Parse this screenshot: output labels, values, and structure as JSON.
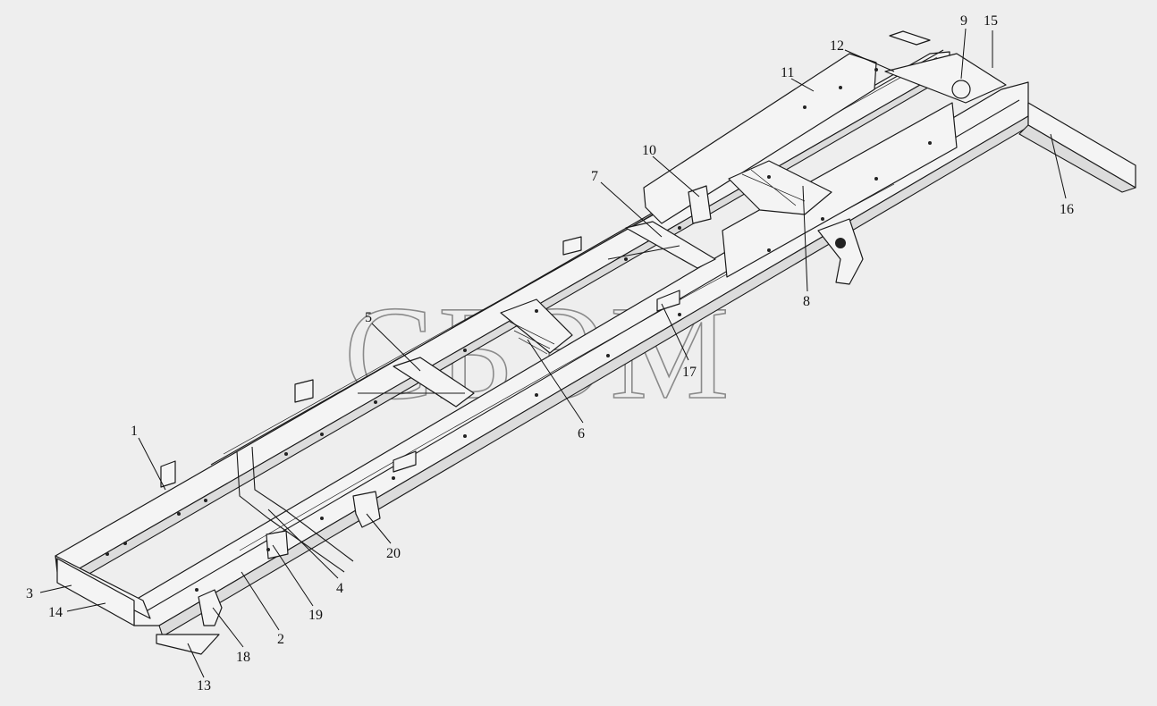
{
  "watermark": "СБЭМ",
  "callouts": [
    {
      "num": "1",
      "part": "frame-side-member-left"
    },
    {
      "num": "2",
      "part": "frame-side-member-right"
    },
    {
      "num": "3",
      "part": "front-cross-member"
    },
    {
      "num": "4",
      "part": "cross-member"
    },
    {
      "num": "5",
      "part": "cross-member"
    },
    {
      "num": "6",
      "part": "cross-member"
    },
    {
      "num": "7",
      "part": "cross-member"
    },
    {
      "num": "8",
      "part": "cross-member-assembly"
    },
    {
      "num": "9",
      "part": "rear-cross-member"
    },
    {
      "num": "10",
      "part": "cross-member"
    },
    {
      "num": "11",
      "part": "reinforcement"
    },
    {
      "num": "12",
      "part": "rear-bracket"
    },
    {
      "num": "13",
      "part": "front-bumper-bracket"
    },
    {
      "num": "14",
      "part": "tow-hook"
    },
    {
      "num": "15",
      "part": "tow-pin"
    },
    {
      "num": "16",
      "part": "rear-underride-bar"
    },
    {
      "num": "17",
      "part": "bracket"
    },
    {
      "num": "18",
      "part": "spring-bracket"
    },
    {
      "num": "19",
      "part": "bracket"
    },
    {
      "num": "20",
      "part": "spring-bracket"
    }
  ]
}
